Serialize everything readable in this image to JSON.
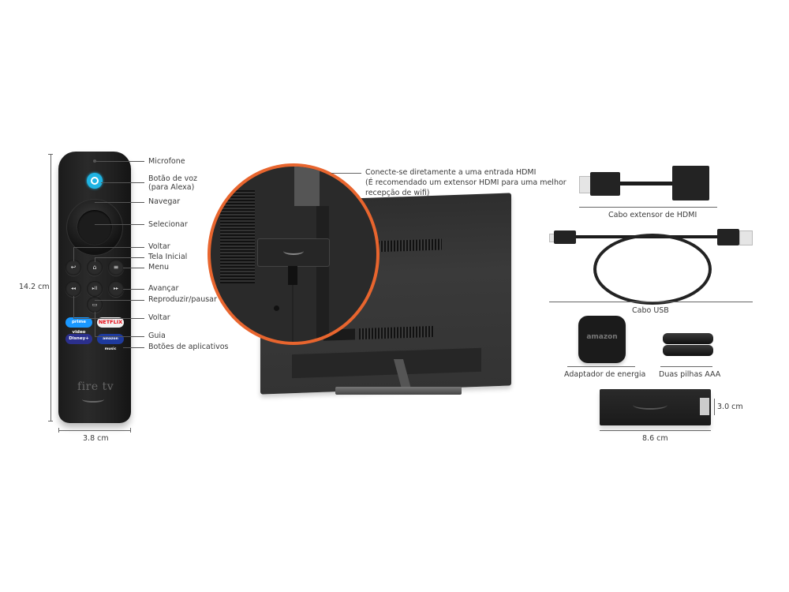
{
  "remote": {
    "height_dimension": "14.2 cm",
    "width_dimension": "3.8 cm",
    "brand_logo": "fire tv",
    "callouts": [
      {
        "id": "microfone",
        "label": "Microfone"
      },
      {
        "id": "voice",
        "label_line1": "Botão de voz",
        "label_line2": "(para Alexa)"
      },
      {
        "id": "navegar",
        "label": "Navegar"
      },
      {
        "id": "selecionar",
        "label": "Selecionar"
      },
      {
        "id": "voltar",
        "label": "Voltar"
      },
      {
        "id": "tela-inicial",
        "label": "Tela Inicial"
      },
      {
        "id": "menu",
        "label": "Menu"
      },
      {
        "id": "avancar",
        "label": "Avançar"
      },
      {
        "id": "reproduzir",
        "label": "Reproduzir/pausar"
      },
      {
        "id": "voltar2",
        "label": "Voltar"
      },
      {
        "id": "guia",
        "label": "Guia"
      },
      {
        "id": "apps",
        "label": "Botões de aplicativos"
      }
    ],
    "buttons": {
      "back": "↩",
      "home": "⌂",
      "menu": "≡",
      "rewind": "◂◂",
      "play_pause": "▸II",
      "fast_forward": "▸▸",
      "guide": "📺"
    },
    "app_buttons": [
      {
        "label": "prime video",
        "color": "#1a98ff"
      },
      {
        "label": "NETFLIX",
        "color": "#f2f2f2",
        "text_color": "#e50914"
      },
      {
        "label": "Disney+",
        "color": "#2b2f8c"
      },
      {
        "label": "amazon music",
        "color": "#1e3a9e"
      }
    ]
  },
  "tv": {
    "callout_line1": "Conecte-se diretamente a uma entrada HDMI",
    "callout_line2": "(É recomendado um extensor HDMI para uma melhor",
    "callout_line3": " recepção de wifi)",
    "highlight_color": "#e8652e"
  },
  "accessories": {
    "hdmi_extender": "Cabo extensor de HDMI",
    "usb_cable": "Cabo USB",
    "power_adapter": "Adaptador de energia",
    "power_adapter_logo": "amazon",
    "batteries": "Duas pilhas AAA",
    "stick_height": "3.0 cm",
    "stick_width": "8.6 cm"
  }
}
